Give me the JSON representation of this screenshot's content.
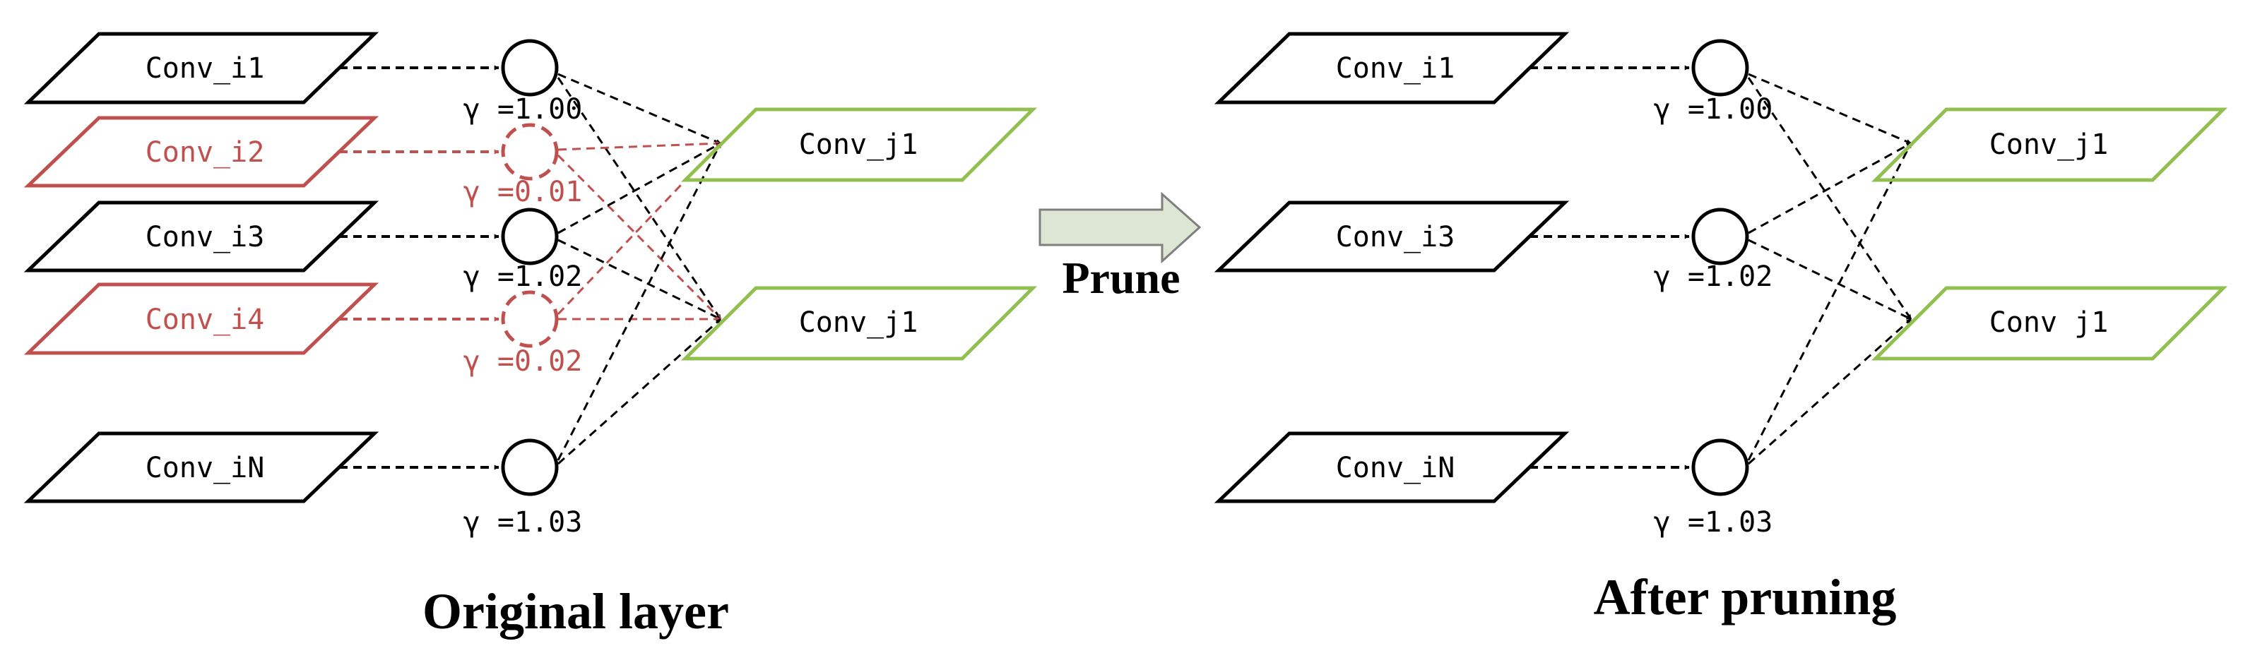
{
  "colors": {
    "normal": "#000000",
    "pruned": "#c0504d",
    "output": "#92c050",
    "arrow_fill": "#dde5d3",
    "arrow_stroke": "#7f7f7f"
  },
  "prune_label": "Prune",
  "original": {
    "title": "Original layer",
    "inputs": [
      {
        "label": "Conv_i1",
        "gamma": "γ =1.00",
        "pruned": false
      },
      {
        "label": "Conv_i2",
        "gamma": "γ =0.01",
        "pruned": true
      },
      {
        "label": "Conv_i3",
        "gamma": "γ =1.02",
        "pruned": false
      },
      {
        "label": "Conv_i4",
        "gamma": "γ =0.02",
        "pruned": true
      },
      {
        "label": "Conv_iN",
        "gamma": "γ =1.03",
        "pruned": false
      }
    ],
    "outputs": [
      {
        "label": "Conv_j1"
      },
      {
        "label": "Conv_j1"
      }
    ]
  },
  "after": {
    "title": "After pruning",
    "inputs": [
      {
        "label": "Conv_i1",
        "gamma": "γ =1.00"
      },
      {
        "label": "Conv_i3",
        "gamma": "γ =1.02"
      },
      {
        "label": "Conv_iN",
        "gamma": "γ =1.03"
      }
    ],
    "outputs": [
      {
        "label": "Conv_j1"
      },
      {
        "label": "Conv j1"
      }
    ]
  }
}
